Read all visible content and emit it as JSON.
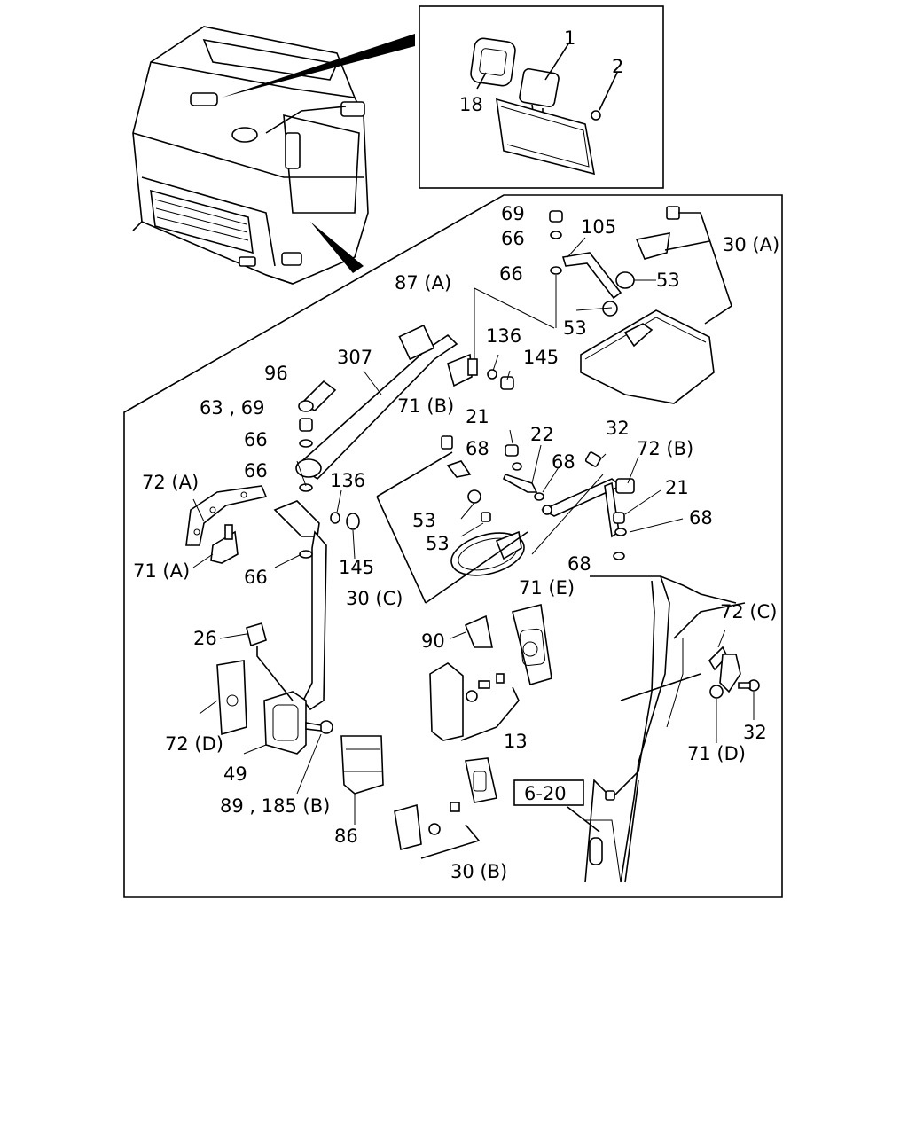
{
  "inset_labels": {
    "l1": "1",
    "l2": "2",
    "l18": "18"
  },
  "labels": {
    "l69": "69",
    "l66a": "66",
    "l105": "105",
    "l30A": "30 (A)",
    "l66b": "66",
    "l53a": "53",
    "l53b": "53",
    "l87A": "87 (A)",
    "l136a": "136",
    "l145a": "145",
    "l96": "96",
    "l307": "307",
    "l71B": "71 (B)",
    "l6369": "63 , 69",
    "l66c": "66",
    "l21a": "21",
    "l22": "22",
    "l68a": "68",
    "l32a": "32",
    "l72B": "72 (B)",
    "l68b": "68",
    "l72A": "72 (A)",
    "l66d": "66",
    "l136b": "136",
    "l21b": "21",
    "l68c": "68",
    "l53c": "53",
    "l53d": "53",
    "l71A": "71 (A)",
    "l66e": "66",
    "l145b": "145",
    "l68d": "68",
    "l71E": "71 (E)",
    "l30C": "30 (C)",
    "l72C": "72 (C)",
    "l26": "26",
    "l90": "90",
    "l72D": "72 (D)",
    "l13": "13",
    "l32b": "32",
    "l71D": "71 (D)",
    "l49": "49",
    "l89185": "89 , 185 (B)",
    "l86": "86",
    "l30B": "30 (B)"
  },
  "reference_box": "6-20"
}
